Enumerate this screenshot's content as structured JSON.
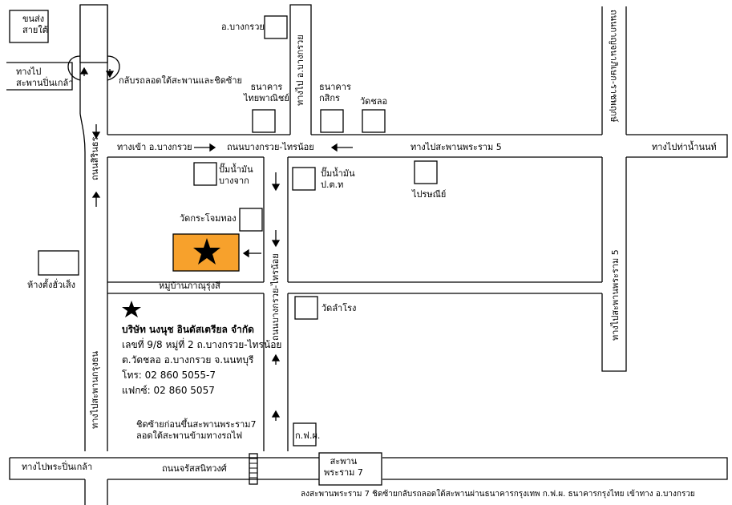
{
  "roads": {
    "top_left_road": "ทางเข้า อ.บางกรวย",
    "top_main_road": "ถนนบางกรวย-ไทรน้อย",
    "top_right_road": "ทางไปสะพานพระราม 5",
    "far_right_road": "ทางไปท่าน้ำนนท์",
    "left_vertical_road": "ถนนสิรินธร",
    "left_lower_road": "ทางไปสะพานกรุงธน",
    "center_vertical_road": "ถนนบางกรวย-ไทรน้อย",
    "right_vertical_top": "ถนนกาญจนาภิเษก-ราชพฤกษ์",
    "right_vertical_mid": "ทางไปสะพานพระราม 5",
    "top_center_vertical": "ทางไป อ.บางกรวย",
    "bottom_road": "ถนนจรัสสนิทวงศ์",
    "bottom_left_road": "ทางไปพระปิ่นเกล้า",
    "top_left_branch": "ทางไป\nสะพานปิ่นเกล้า",
    "bus_terminal": "ขนส่ง\nสายใต้",
    "u_turn_note": "กลับรถลอดใต้สะพานและชิดซ้าย"
  },
  "landmarks": {
    "amphoe": "อ.บางกรวย",
    "scb_bank": "ธนาคาร\nไทยพาณิชย์",
    "kbank": "ธนาคาร\nกสิกร",
    "wat_chalo": "วัดชลอ",
    "gas_bangchak": "ปั๊มน้ำมัน\nบางจาก",
    "gas_ptt": "ปั๊มน้ำมัน\nป.ต.ท",
    "post_office": "ไปรษณีย์",
    "wat_krachom": "วัดกระโจมทอง",
    "village": "หมู่บ้านภาณุรุ่งสี",
    "department_store": "ห้างตั้งฮั่วเส็ง",
    "wat_lamrong": "วัดลำโรง",
    "egat": "ก.ฟ.ผ.",
    "bridge": "สะพาน\nพระราม 7"
  },
  "company": {
    "name": "บริษัท นงนุช อินดัสเตรียล จำกัด",
    "address1": "เลขที่ 9/8 หมู่ที่ 2 ถ.บางกรวย-ไทรน้อย",
    "address2": "ต.วัดชลอ อ.บางกรวย จ.นนทบุรี",
    "phone": "โทร: 02 860 5055-7",
    "fax": "แฟกซ์: 02 860 5057"
  },
  "notes": {
    "left_turn": "ชิดซ้ายก่อนขึ้นสะพานพระราม7\nลอดใต้สะพานข้ามทางรถไฟ",
    "bottom_directions": "ลงสะพานพระราม 7 ชิดซ้ายกลับรถลอดใต้สะพานผ่านธนาคารกรุงเทพ ก.ฟ.ผ. ธนาคารกรุงไทย เข้าทาง อ.บางกรวย"
  },
  "colors": {
    "destination_fill": "#f7a12c",
    "line": "#000000"
  },
  "icons": {
    "destination_marker": "star-icon",
    "company_marker": "star-icon"
  }
}
